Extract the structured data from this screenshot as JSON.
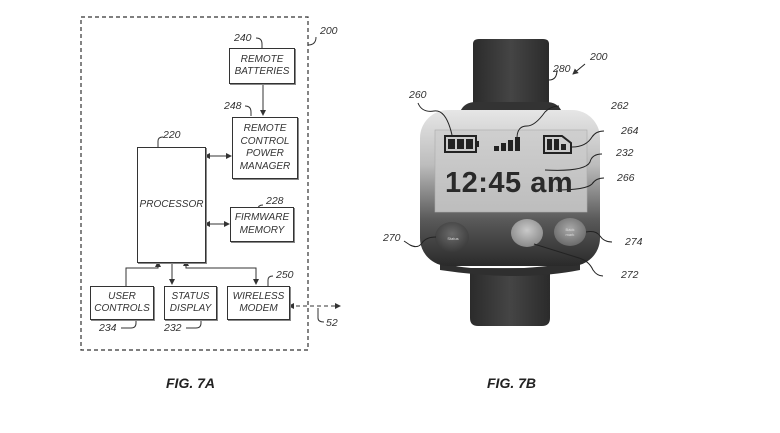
{
  "figure_a": {
    "caption": "FIG. 7A",
    "outer_ref": "200",
    "blocks": {
      "remote_batteries": {
        "label": "REMOTE\nBATTERIES",
        "ref": "240"
      },
      "power_manager": {
        "label": "REMOTE\nCONTROL\nPOWER\nMANAGER",
        "ref": "248"
      },
      "processor": {
        "label": "PROCESSOR",
        "ref": "220"
      },
      "firmware_memory": {
        "label": "FIRMWARE\nMEMORY",
        "ref": "228"
      },
      "user_controls": {
        "label": "USER\nCONTROLS",
        "ref": "234"
      },
      "status_display": {
        "label": "STATUS\nDISPLAY",
        "ref": "232"
      },
      "wireless_modem": {
        "label": "WIRELESS\nMODEM",
        "ref": "250"
      }
    },
    "link_ref": "52"
  },
  "figure_b": {
    "caption": "FIG. 7B",
    "device_ref": "200",
    "refs": {
      "strap": "280",
      "battery_icon": "260",
      "signal_icon": "262",
      "sd_card_icon": "264",
      "display": "232",
      "time": "266",
      "left_button": "270",
      "middle_button": "272",
      "right_button": "274"
    },
    "display_time": "12:45 am",
    "buttons": {
      "left": "Status",
      "middle": "",
      "right": "Back\nmark"
    }
  }
}
